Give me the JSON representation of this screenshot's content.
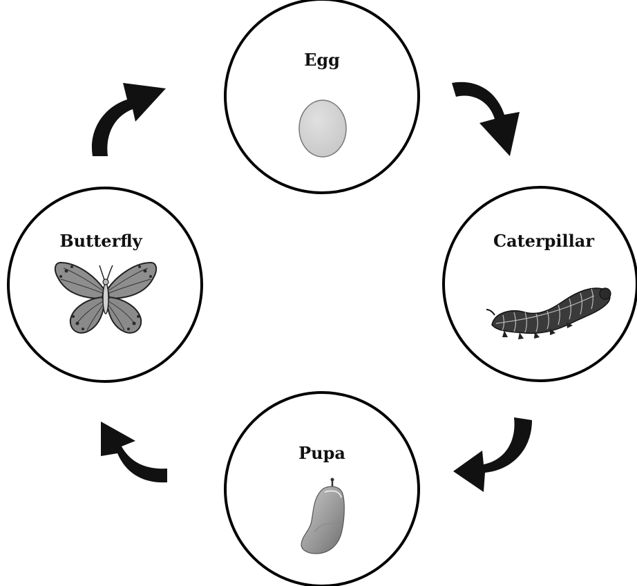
{
  "diagram": {
    "stages": [
      {
        "id": "egg",
        "label": "Egg",
        "icon": "egg-icon"
      },
      {
        "id": "caterpillar",
        "label": "Caterpillar",
        "icon": "caterpillar-icon"
      },
      {
        "id": "pupa",
        "label": "Pupa",
        "icon": "chrysalis-icon"
      },
      {
        "id": "butterfly",
        "label": "Butterfly",
        "icon": "butterfly-icon"
      }
    ],
    "arrow_icon": "curved-arrow-icon",
    "colors": {
      "line": "#000000",
      "arrow": "#111111",
      "egg_fill": "#d4d4d4",
      "pupa_fill": "#a9a9a9",
      "background": "#ffffff"
    }
  }
}
